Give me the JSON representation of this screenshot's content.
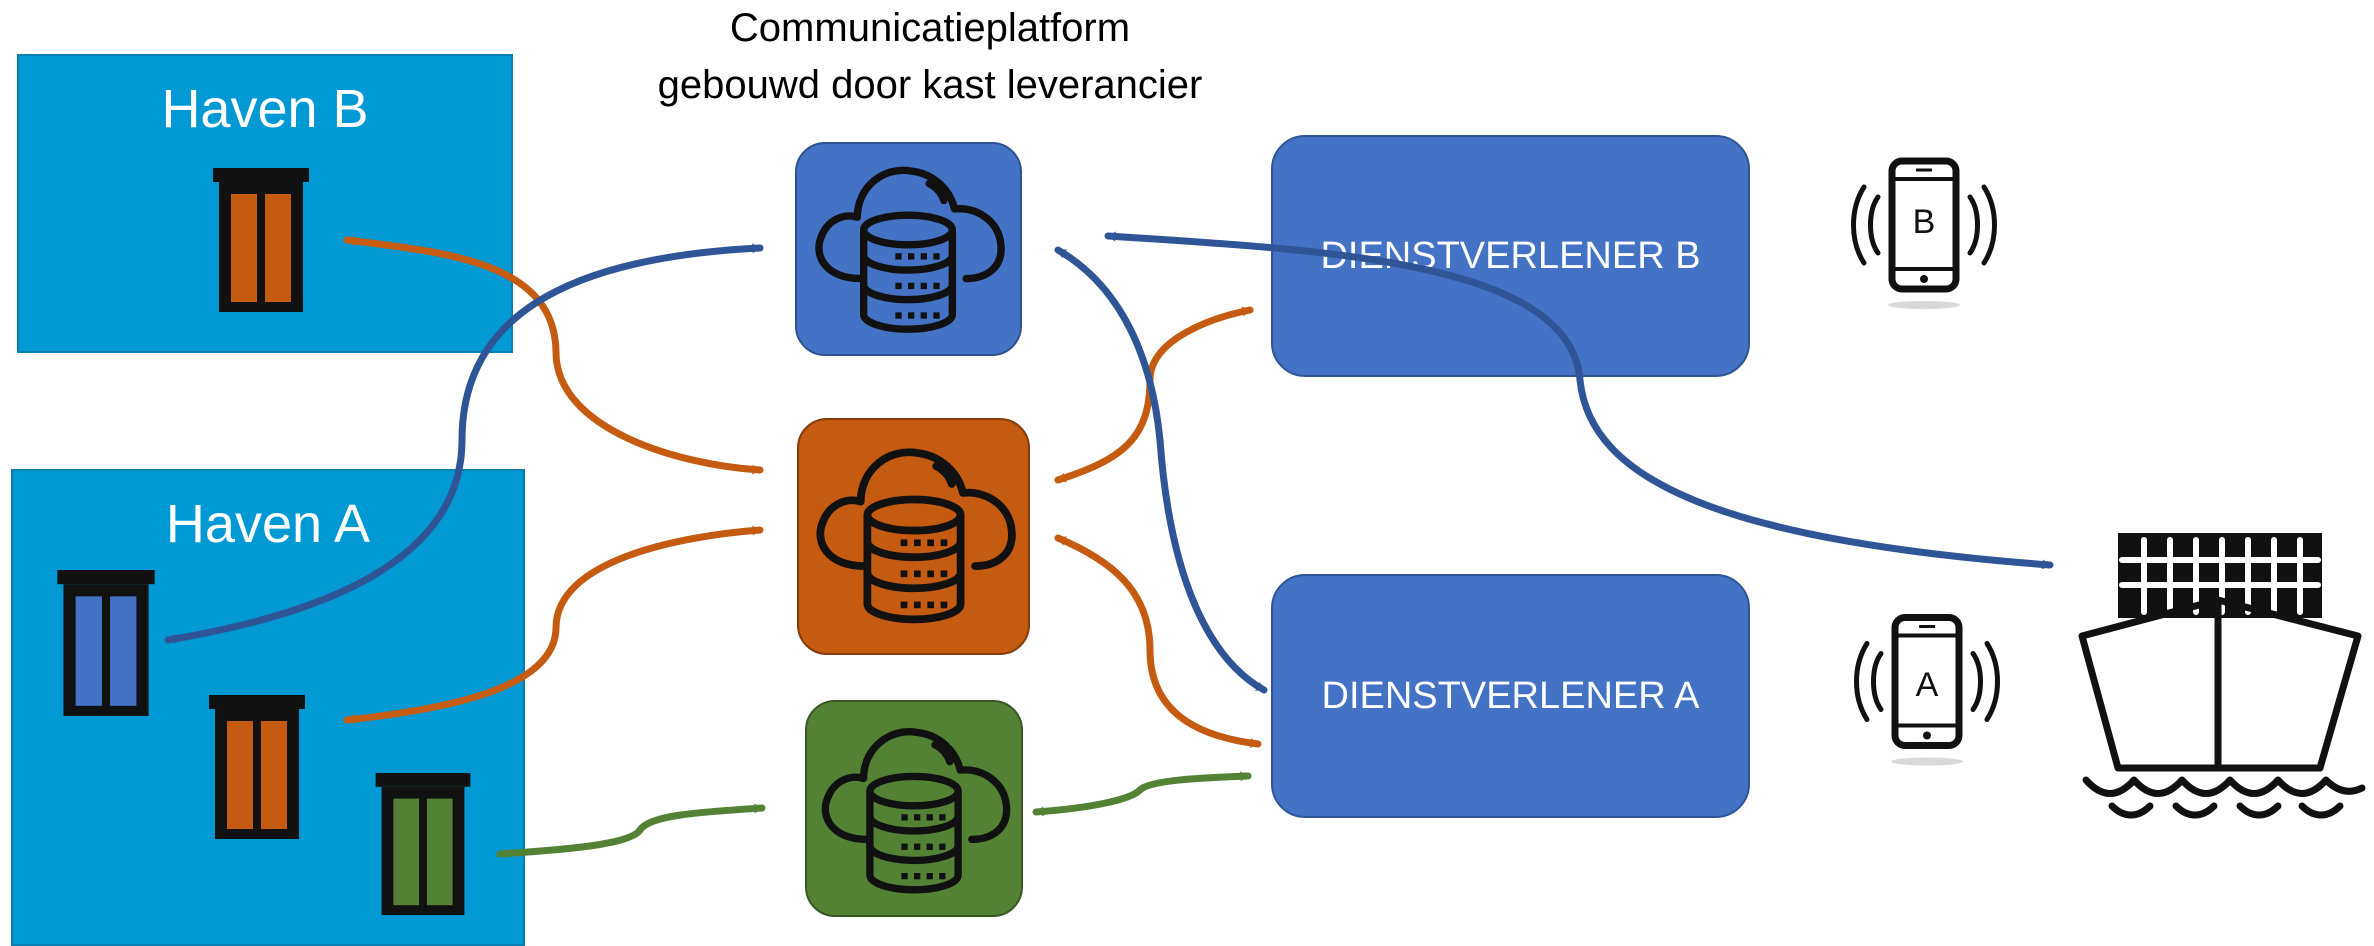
{
  "haven_b": {
    "title": "Haven B"
  },
  "haven_a": {
    "title": "Haven A"
  },
  "platform": {
    "line1": "Communicatieplatform",
    "line2": "gebouwd door kast leverancier"
  },
  "dienstverlener_b": {
    "label": "DIENSTVERLENER B"
  },
  "dienstverlener_a": {
    "label": "DIENSTVERLENER A"
  },
  "phones": [
    {
      "letter": "B"
    },
    {
      "letter": "A"
    }
  ],
  "colors": {
    "haven": "#0099d4",
    "provider": "#4472c4",
    "blue": "#4472c4",
    "orange": "#c55a11",
    "green": "#548235",
    "arrow_blue": "#2f5597",
    "arrow_orange": "#c55a11",
    "arrow_green": "#548235"
  },
  "icons": {
    "locker": "locker-icon",
    "cloud": "cloud-server-icon",
    "phone": "smartphone-icon",
    "ship": "container-ship-icon"
  }
}
